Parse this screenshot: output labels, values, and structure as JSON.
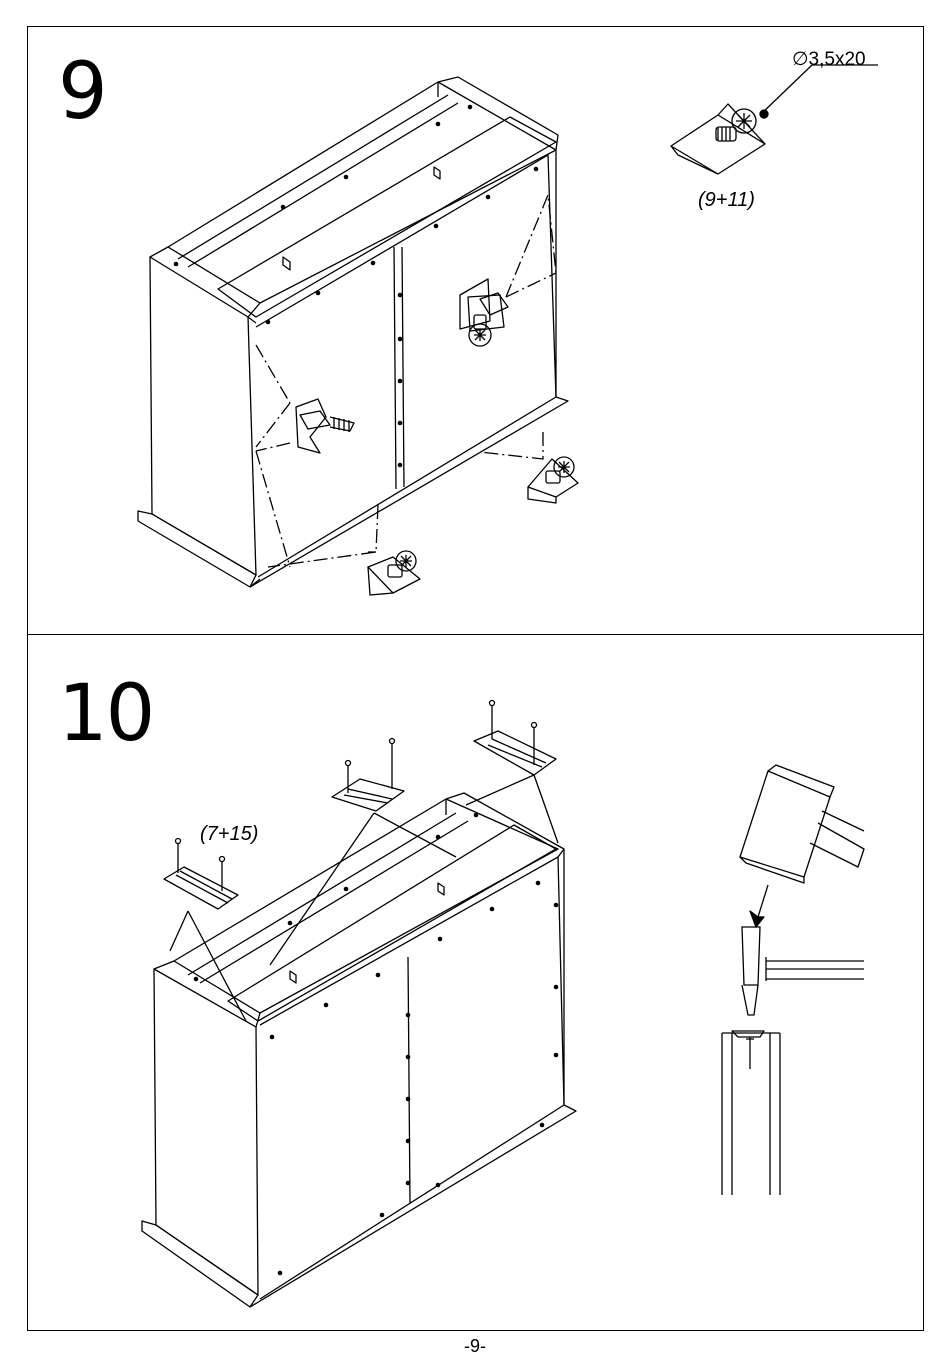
{
  "page": {
    "number": "-9-"
  },
  "step9": {
    "number": "9",
    "screw_spec": "∅3,5x20",
    "parts_label": "(9+11)"
  },
  "step10": {
    "number": "10",
    "parts_label": "(7+15)"
  }
}
